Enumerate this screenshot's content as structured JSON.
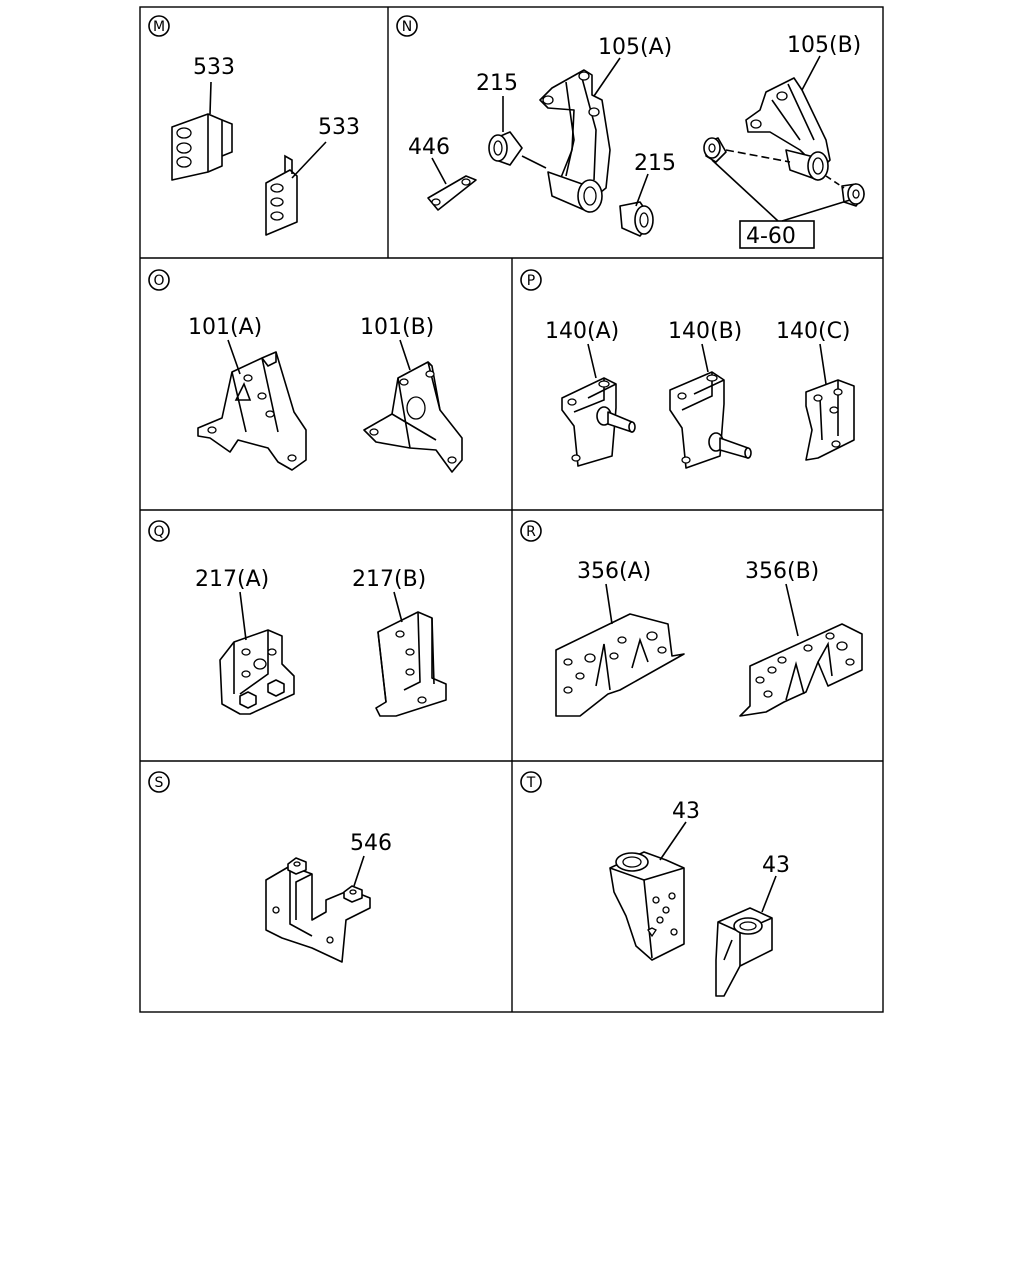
{
  "panels": {
    "M": {
      "letter": "M",
      "labels": [
        "533",
        "533"
      ]
    },
    "N": {
      "letter": "N",
      "labels": [
        "105(A)",
        "105(B)",
        "215",
        "215",
        "446",
        "4-60"
      ]
    },
    "O": {
      "letter": "O",
      "labels": [
        "101(A)",
        "101(B)"
      ]
    },
    "P": {
      "letter": "P",
      "labels": [
        "140(A)",
        "140(B)",
        "140(C)"
      ]
    },
    "Q": {
      "letter": "Q",
      "labels": [
        "217(A)",
        "217(B)"
      ]
    },
    "R": {
      "letter": "R",
      "labels": [
        "356(A)",
        "356(B)"
      ]
    },
    "S": {
      "letter": "S",
      "labels": [
        "546"
      ]
    },
    "T": {
      "letter": "T",
      "labels": [
        "43",
        "43"
      ]
    }
  }
}
